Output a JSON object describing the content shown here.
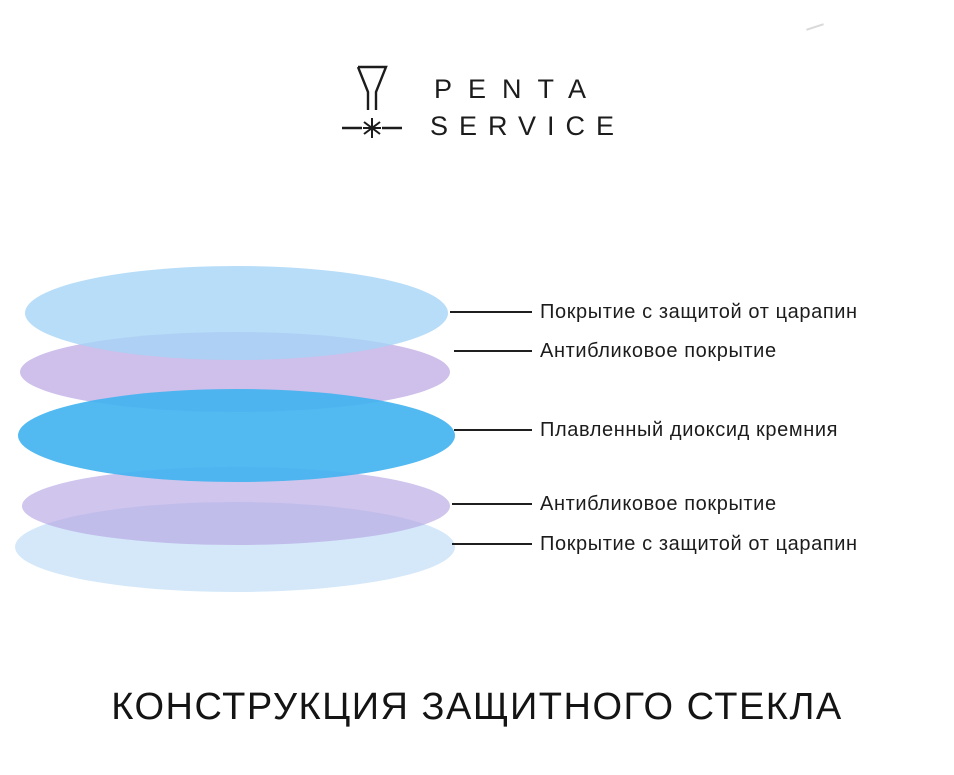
{
  "logo": {
    "icon": "laser-engraver-icon",
    "name_line1": "PENTA",
    "name_line2": "SERVICE"
  },
  "diagram": {
    "layers": [
      {
        "label": "Покрытие с защитой от царапин",
        "color": "#a5d5f6cc"
      },
      {
        "label": "Антибликовое покрытие",
        "color": "#b39ce0a6"
      },
      {
        "label": "Плавленный диоксид кремния",
        "color": "#3fb2efe6"
      },
      {
        "label": "Антибликовое покрытие",
        "color": "#b7a6e3a6"
      },
      {
        "label": "Покрытие с защитой от царапин",
        "color": "#b8d9f799"
      }
    ],
    "line_color": "#1f1f1f"
  },
  "title": "КОНСТРУКЦИЯ ЗАЩИТНОГО СТЕКЛА",
  "colors": {
    "background": "#ffffff",
    "text": "#1c1c1c"
  }
}
